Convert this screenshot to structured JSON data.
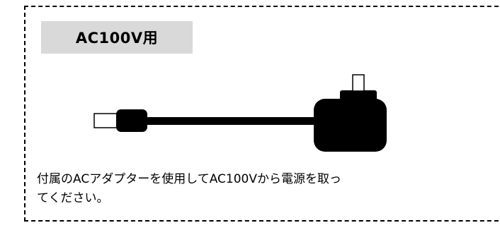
{
  "section": {
    "title": "AC100V用",
    "caption": "付属のACアダプターを使用してAC100Vから電源を取ってください。",
    "caption_line1": "付属のACアダプターを使用してAC100Vから電源を取っ",
    "caption_line2": "てください。"
  },
  "illustration": {
    "icon": "ac-adapter-icon",
    "fill_color": "#000000",
    "outline_color": "#000000"
  },
  "colors": {
    "label_background": "#d9d9d9",
    "border": "#000000"
  }
}
